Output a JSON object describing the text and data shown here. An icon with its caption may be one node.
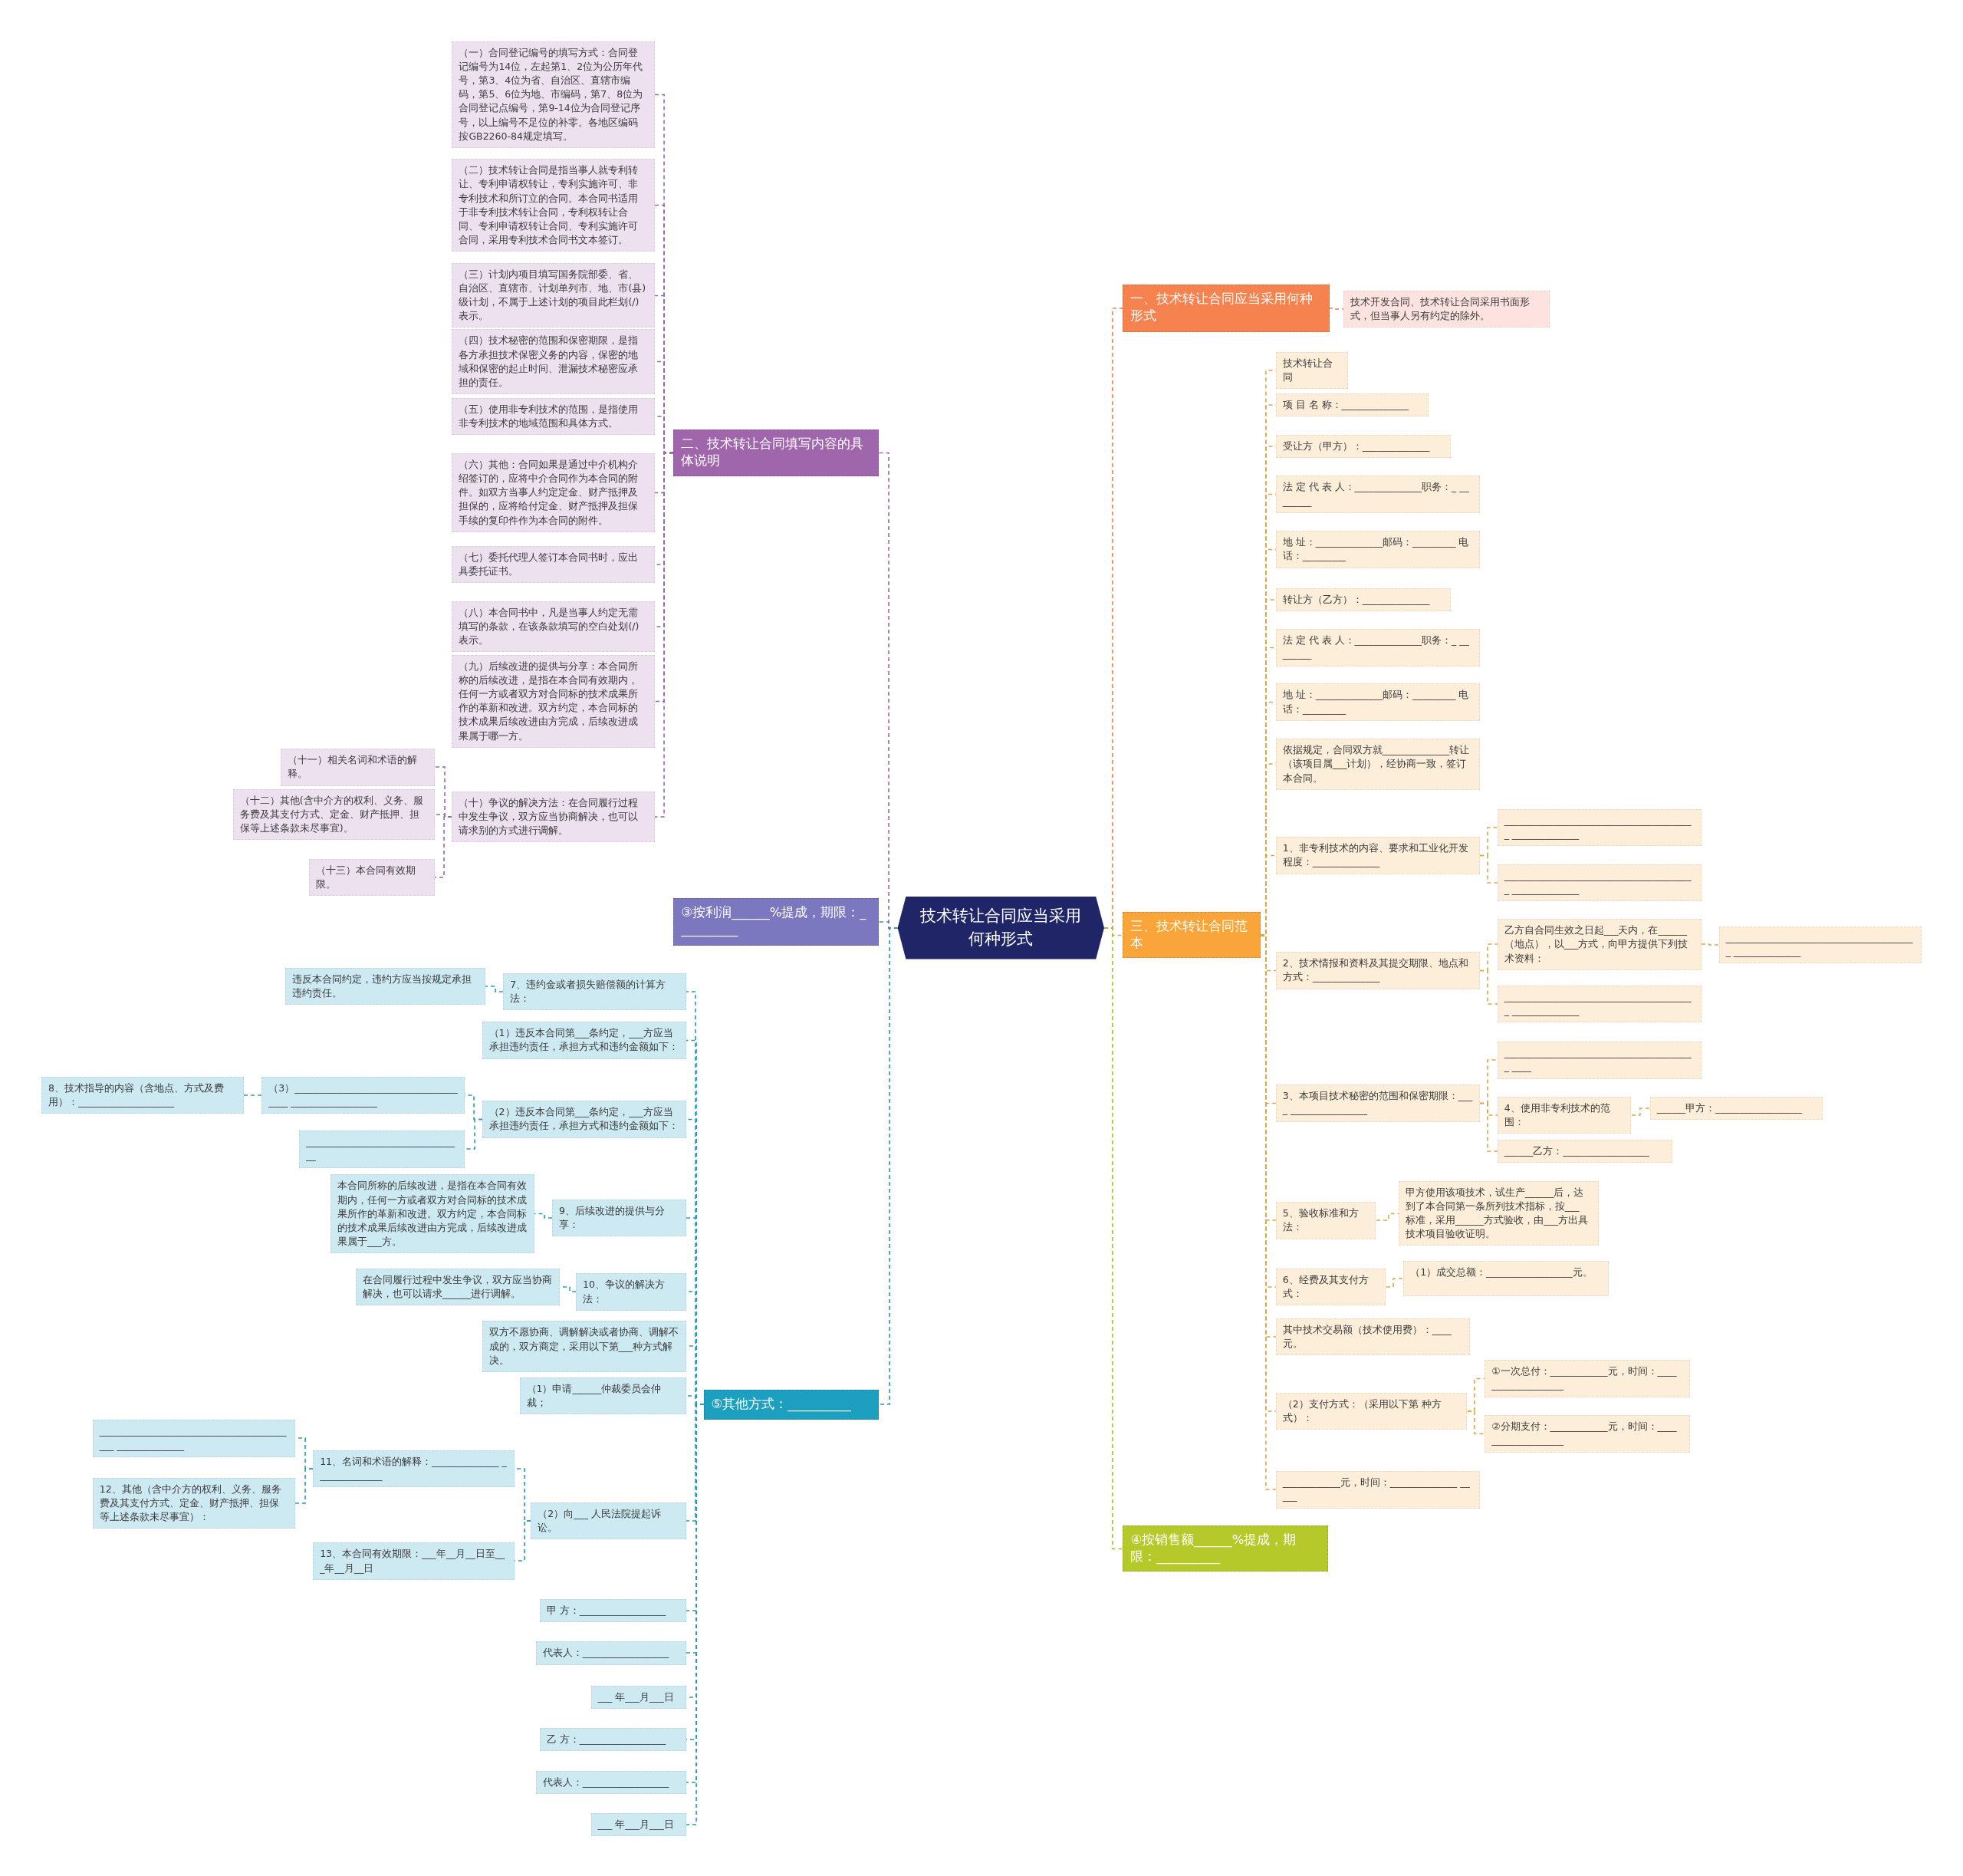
{
  "diagram": {
    "nodes": [
      {
        "text": [
          "技术转让合同应当采用何种形式"
        ]
      },
      {
        "text": [
          "一、技术转让合同应当采用何种形式"
        ]
      },
      {
        "text": [
          "技术开发合同、技术转让合同采用书面形式，但当事人另有约定的除外。"
        ]
      },
      {
        "text": [
          "三、技术转让合同范本"
        ]
      },
      {
        "text": [
          "技术转让合同"
        ]
      },
      {
        "text": [
          "项 目 名 称：______________"
        ]
      },
      {
        "text": [
          "受让方（甲方）：______________"
        ]
      },
      {
        "text": [
          "法 定 代 表 人：______________职务：_ ________"
        ]
      },
      {
        "text": [
          "地 址：______________邮码：_________ 电话：_________"
        ]
      },
      {
        "text": [
          "转让方（乙方）：______________"
        ]
      },
      {
        "text": [
          "法 定 代 表 人：______________职务：_ ________"
        ]
      },
      {
        "text": [
          "地 址：______________邮码：_________ 电话：_________"
        ]
      },
      {
        "text": [
          "依据规定，合同双方就______________转让（该项目属___计划），经协商一致，签订本合同。"
        ]
      },
      {
        "text": [
          "1、非专利技术的内容、要求和工业化开发程度：______________"
        ]
      },
      {
        "text": [
          "________________________________________ ______________"
        ]
      },
      {
        "text": [
          "________________________________________ ______________"
        ]
      },
      {
        "text": [
          "2、技术情报和资料及其提交期限、地点和方式：______________"
        ]
      },
      {
        "text": [
          "乙方自合同生效之日起___天内，在______（地点），以___方式，向甲方提供下列技术资料："
        ]
      },
      {
        "text": [
          "________________________________________ ______________"
        ]
      },
      {
        "text": [
          "________________________________________ ______________"
        ]
      },
      {
        "text": [
          "3、本项目技术秘密的范围和保密期限：____ ________________"
        ]
      },
      {
        "text": [
          "________________________________________ ____"
        ]
      },
      {
        "text": [
          "4、使用非专利技术的范围："
        ]
      },
      {
        "text": [
          "______甲方：__________________"
        ]
      },
      {
        "text": [
          "______乙方：__________________"
        ]
      },
      {
        "text": [
          "5、验收标准和方法："
        ]
      },
      {
        "text": [
          "甲方使用该项技术，试生产______后，达到了本合同第一条所列技术指标，按___ 标准，采用______方式验收，由___方出具技术项目验收证明。"
        ]
      },
      {
        "text": [
          "6、经费及其支付方式："
        ]
      },
      {
        "text": [
          "（1）成交总额：__________________元。"
        ]
      },
      {
        "text": [
          "其中技术交易额（技术使用费）：____ 元。"
        ]
      },
      {
        "text": [
          "（2）支付方式：（采用以下第 种方式）："
        ]
      },
      {
        "text": [
          "①一次总付：____________元，时间：____ _______________"
        ]
      },
      {
        "text": [
          "②分期支付：____________元，时间：____ _______________"
        ]
      },
      {
        "text": [
          "____________元，时间：______________ _____"
        ]
      },
      {
        "text": [
          "④按销售额______%提成，期限：__________"
        ]
      },
      {
        "text": [
          "二、技术转让合同填写内容的具体说明"
        ]
      },
      {
        "text": [
          "（一）合同登记编号的填写方式：合同登记编号为14位，左起第1、2位为公历年代号，第3、4位为省、自治区、直辖市编码，第5、6位为地、市编码，第7、8位为合同登记点编号，第9-14位为合同登记序号，以上编号不足位的补零。各地区编码按GB2260-84规定填写。"
        ]
      },
      {
        "text": [
          "（二）技术转让合同是指当事人就专利转让、专利申请权转让，专利实施许可、非专利技术和所订立的合同。本合同书适用于非专利技术转让合同，专利权转让合同、专利申请权转让合同、专利实施许可合同，采用专利技术合同书文本签订。"
        ]
      },
      {
        "text": [
          "（三）计划内项目填写国务院部委、省、自治区、直辖市、计划单列市、地、市(县)级计划，不属于上述计划的项目此栏划(/)表示。"
        ]
      },
      {
        "text": [
          "（四）技术秘密的范围和保密期限，是指各方承担技术保密义务的内容，保密的地域和保密的起止时间、泄漏技术秘密应承担的责任。"
        ]
      },
      {
        "text": [
          "（五）使用非专利技术的范围，是指使用非专利技术的地域范围和具体方式。"
        ]
      },
      {
        "text": [
          "（六）其他：合同如果是通过中介机构介绍签订的，应将中介合同作为本合同的附件。如双方当事人约定定金、财产抵押及担保的，应将给付定金、财产抵押及担保手续的复印件作为本合同的附件。"
        ]
      },
      {
        "text": [
          "（七）委托代理人签订本合同书时，应出具委托证书。"
        ]
      },
      {
        "text": [
          "（八）本合同书中，凡是当事人约定无需填写的条款，在该条款填写的空白处划(/)表示。"
        ]
      },
      {
        "text": [
          "（九）后续改进的提供与分享：本合同所称的后续改进，是指在本合同有效期内，任何一方或者双方对合同标的技术成果所作的革新和改进。双方约定，本合同标的技术成果后续改进由方完成，后续改进成果属于哪一方。"
        ]
      },
      {
        "text": [
          "（十）争议的解决方法：在合同履行过程中发生争议，双方应当协商解决，也可以请求别的方式进行调解。"
        ]
      },
      {
        "text": [
          "（十一）相关名词和术语的解释。"
        ]
      },
      {
        "text": [
          "（十二）其他(含中介方的权利、义务、服务费及其支付方式、定金、财产抵押、担保等上述条款未尽事宜)。"
        ]
      },
      {
        "text": [
          "（十三）本合同有效期限。"
        ]
      },
      {
        "text": [
          "③按利润______%提成，期限：__________"
        ]
      },
      {
        "text": [
          "⑤其他方式：__________"
        ]
      },
      {
        "text": [
          "7、违约金或者损失赔偿额的计算方法："
        ]
      },
      {
        "text": [
          "违反本合同约定，违约方应当按规定承担违约责任。"
        ]
      },
      {
        "text": [
          "（1）违反本合同第___条约定，___方应当承担违约责任，承担方式和违约金额如下："
        ]
      },
      {
        "text": [
          "（2）违反本合同第___条约定，___方应当承担违约责任，承担方式和违约金额如下："
        ]
      },
      {
        "text": [
          "（3）______________________________________ __________________"
        ]
      },
      {
        "text": [
          "8、技术指导的内容（含地点、方式及费用）：____________________"
        ]
      },
      {
        "text": [
          "_________________________________"
        ]
      },
      {
        "text": [
          "9、后续改进的提供与分享："
        ]
      },
      {
        "text": [
          "本合同所称的后续改进，是指在本合同有效期内，任何一方或者双方对合同标的技术成果所作的革新和改进。双方约定，本合同标的技术成果后续改进由方完成，后续改进成果属于___方。"
        ]
      },
      {
        "text": [
          "10、争议的解决方法："
        ]
      },
      {
        "text": [
          "在合同履行过程中发生争议，双方应当协商解决，也可以请求______进行调解。"
        ]
      },
      {
        "text": [
          "双方不愿协商、调解解决或者协商、调解不成的，双方商定，采用以下第___种方式解决。"
        ]
      },
      {
        "text": [
          "（1）申请______仲裁委员会仲裁；"
        ]
      },
      {
        "text": [
          "（2）向___ 人民法院提起诉讼。"
        ]
      },
      {
        "text": [
          "11、名词和术语的解释：______________ ______________"
        ]
      },
      {
        "text": [
          "__________________________________________ ______________"
        ]
      },
      {
        "text": [
          "12、其他（含中介方的权利、义务、服务费及其支付方式、定金、财产抵押、担保等上述条款未尽事宜）："
        ]
      },
      {
        "text": [
          "13、本合同有效期限：___年__月__日至___年__月__日"
        ]
      },
      {
        "text": [
          "甲 方：__________________"
        ]
      },
      {
        "text": [
          "代表人：__________________"
        ]
      },
      {
        "text": [
          "___ 年___月___日"
        ]
      },
      {
        "text": [
          "乙 方：__________________"
        ]
      },
      {
        "text": [
          "代表人：__________________"
        ]
      },
      {
        "text": [
          "___ 年___月___日"
        ]
      }
    ],
    "edges": [
      {
        "from": 0,
        "to": 1,
        "arrow": "none",
        "color": "#f08050"
      },
      {
        "from": 1,
        "to": 2,
        "arrow": "none",
        "color": "#f08050"
      },
      {
        "from": 0,
        "to": 3,
        "arrow": "none"
      },
      {
        "from": 3,
        "to": 4,
        "arrow": "none"
      },
      {
        "from": 3,
        "to": 5,
        "arrow": "none"
      },
      {
        "from": 3,
        "to": 6,
        "arrow": "none"
      },
      {
        "from": 3,
        "to": 7,
        "arrow": "none"
      },
      {
        "from": 3,
        "to": 8,
        "arrow": "none"
      },
      {
        "from": 3,
        "to": 9,
        "arrow": "none"
      },
      {
        "from": 3,
        "to": 10,
        "arrow": "none"
      },
      {
        "from": 3,
        "to": 11,
        "arrow": "none"
      },
      {
        "from": 3,
        "to": 12,
        "arrow": "none"
      },
      {
        "from": 3,
        "to": 13,
        "arrow": "none"
      },
      {
        "from": 13,
        "to": 14,
        "arrow": "none"
      },
      {
        "from": 13,
        "to": 15,
        "arrow": "none"
      },
      {
        "from": 3,
        "to": 16,
        "arrow": "none"
      },
      {
        "from": 16,
        "to": 17,
        "arrow": "none"
      },
      {
        "from": 17,
        "to": 18,
        "arrow": "none"
      },
      {
        "from": 16,
        "to": 19,
        "arrow": "none"
      },
      {
        "from": 3,
        "to": 20,
        "arrow": "none"
      },
      {
        "from": 20,
        "to": 21,
        "arrow": "none"
      },
      {
        "from": 20,
        "to": 22,
        "arrow": "none"
      },
      {
        "from": 22,
        "to": 23,
        "arrow": "none"
      },
      {
        "from": 20,
        "to": 24,
        "arrow": "none"
      },
      {
        "from": 3,
        "to": 25,
        "arrow": "none"
      },
      {
        "from": 25,
        "to": 26,
        "arrow": "none"
      },
      {
        "from": 3,
        "to": 27,
        "arrow": "none"
      },
      {
        "from": 27,
        "to": 28,
        "arrow": "none"
      },
      {
        "from": 3,
        "to": 29,
        "arrow": "none"
      },
      {
        "from": 3,
        "to": 30,
        "arrow": "none"
      },
      {
        "from": 30,
        "to": 31,
        "arrow": "none"
      },
      {
        "from": 30,
        "to": 32,
        "arrow": "none"
      },
      {
        "from": 3,
        "to": 33,
        "arrow": "none"
      },
      {
        "from": 0,
        "to": 34,
        "arrow": "none",
        "color": "#a8be2a"
      },
      {
        "from": 0,
        "to": 35,
        "arrow": "none",
        "color": "#9a66a8"
      },
      {
        "from": 35,
        "to": 36,
        "arrow": "none",
        "color": "#9a66a8"
      },
      {
        "from": 35,
        "to": 37,
        "arrow": "none",
        "color": "#9a66a8"
      },
      {
        "from": 35,
        "to": 38,
        "arrow": "none",
        "color": "#9a66a8"
      },
      {
        "from": 35,
        "to": 39,
        "arrow": "none",
        "color": "#9a66a8"
      },
      {
        "from": 35,
        "to": 40,
        "arrow": "none",
        "color": "#9a66a8"
      },
      {
        "from": 35,
        "to": 41,
        "arrow": "none",
        "color": "#9a66a8"
      },
      {
        "from": 35,
        "to": 42,
        "arrow": "none",
        "color": "#9a66a8"
      },
      {
        "from": 35,
        "to": 43,
        "arrow": "none",
        "color": "#9a66a8"
      },
      {
        "from": 35,
        "to": 44,
        "arrow": "none",
        "color": "#9a66a8"
      },
      {
        "from": 35,
        "to": 45,
        "arrow": "none",
        "color": "#9a66a8"
      },
      {
        "from": 45,
        "to": 46,
        "arrow": "none",
        "color": "#9a66a8"
      },
      {
        "from": 45,
        "to": 47,
        "arrow": "none",
        "color": "#9a66a8"
      },
      {
        "from": 45,
        "to": 48,
        "arrow": "none",
        "color": "#9a66a8"
      },
      {
        "from": 0,
        "to": 49,
        "arrow": "none",
        "color": "#7470bb"
      },
      {
        "from": 0,
        "to": 50,
        "arrow": "none",
        "color": "#2a9ab8"
      },
      {
        "from": 50,
        "to": 51,
        "arrow": "none",
        "color": "#2a9ab8"
      },
      {
        "from": 51,
        "to": 52,
        "arrow": "none",
        "color": "#2a9ab8"
      },
      {
        "from": 50,
        "to": 53,
        "arrow": "none",
        "color": "#2a9ab8"
      },
      {
        "from": 50,
        "to": 54,
        "arrow": "none",
        "color": "#2a9ab8"
      },
      {
        "from": 54,
        "to": 55,
        "arrow": "none",
        "color": "#2a9ab8"
      },
      {
        "from": 55,
        "to": 56,
        "arrow": "none",
        "color": "#2a9ab8"
      },
      {
        "from": 54,
        "to": 57,
        "arrow": "none",
        "color": "#2a9ab8"
      },
      {
        "from": 50,
        "to": 58,
        "arrow": "none",
        "color": "#2a9ab8"
      },
      {
        "from": 58,
        "to": 59,
        "arrow": "none",
        "color": "#2a9ab8"
      },
      {
        "from": 50,
        "to": 60,
        "arrow": "none",
        "color": "#2a9ab8"
      },
      {
        "from": 60,
        "to": 61,
        "arrow": "none",
        "color": "#2a9ab8"
      },
      {
        "from": 50,
        "to": 62,
        "arrow": "none",
        "color": "#2a9ab8"
      },
      {
        "from": 50,
        "to": 63,
        "arrow": "none",
        "color": "#2a9ab8"
      },
      {
        "from": 50,
        "to": 64,
        "arrow": "none",
        "color": "#2a9ab8"
      },
      {
        "from": 64,
        "to": 65,
        "arrow": "none",
        "color": "#2a9ab8"
      },
      {
        "from": 65,
        "to": 66,
        "arrow": "none",
        "color": "#2a9ab8"
      },
      {
        "from": 65,
        "to": 67,
        "arrow": "none",
        "color": "#2a9ab8"
      },
      {
        "from": 64,
        "to": 68,
        "arrow": "none",
        "color": "#2a9ab8"
      },
      {
        "from": 50,
        "to": 69,
        "arrow": "none",
        "color": "#2a9ab8"
      },
      {
        "from": 50,
        "to": 70,
        "arrow": "none",
        "color": "#2a9ab8"
      },
      {
        "from": 50,
        "to": 71,
        "arrow": "none",
        "color": "#2a9ab8"
      },
      {
        "from": 50,
        "to": 72,
        "arrow": "none",
        "color": "#2a9ab8"
      },
      {
        "from": 50,
        "to": 73,
        "arrow": "none",
        "color": "#2a9ab8"
      },
      {
        "from": 50,
        "to": 74,
        "arrow": "none",
        "color": "#2a9ab8"
      }
    ]
  }
}
